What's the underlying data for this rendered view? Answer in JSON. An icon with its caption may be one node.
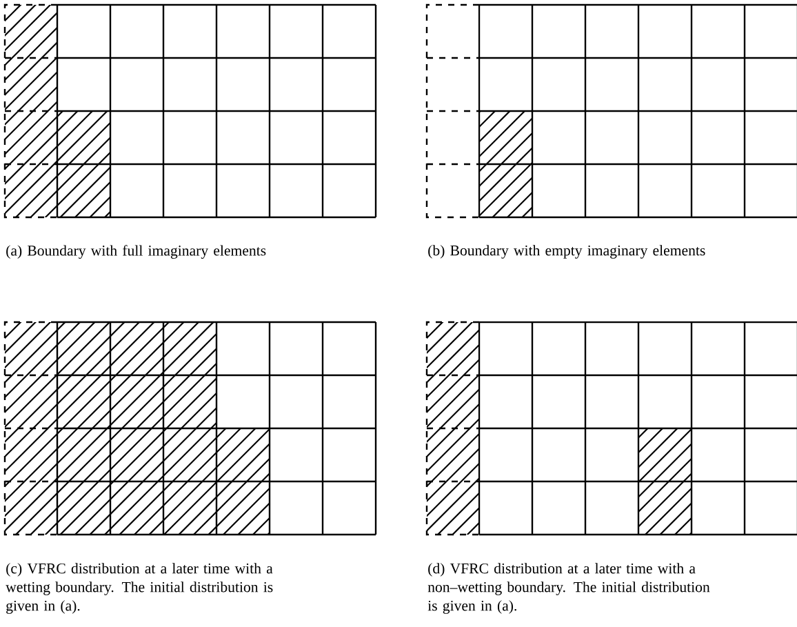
{
  "diagram": {
    "labels": [
      "(a) Boundary with full imaginary elements",
      "(b) Boundary with empty imaginary elements",
      "(c) VFRC distribution at a later time with a wetting boundary. The initial distribution is given in (a).",
      "(d) VFRC distribution at a later time with a non–wetting boundary. The initial distribution is given in (a)."
    ]
  }
}
